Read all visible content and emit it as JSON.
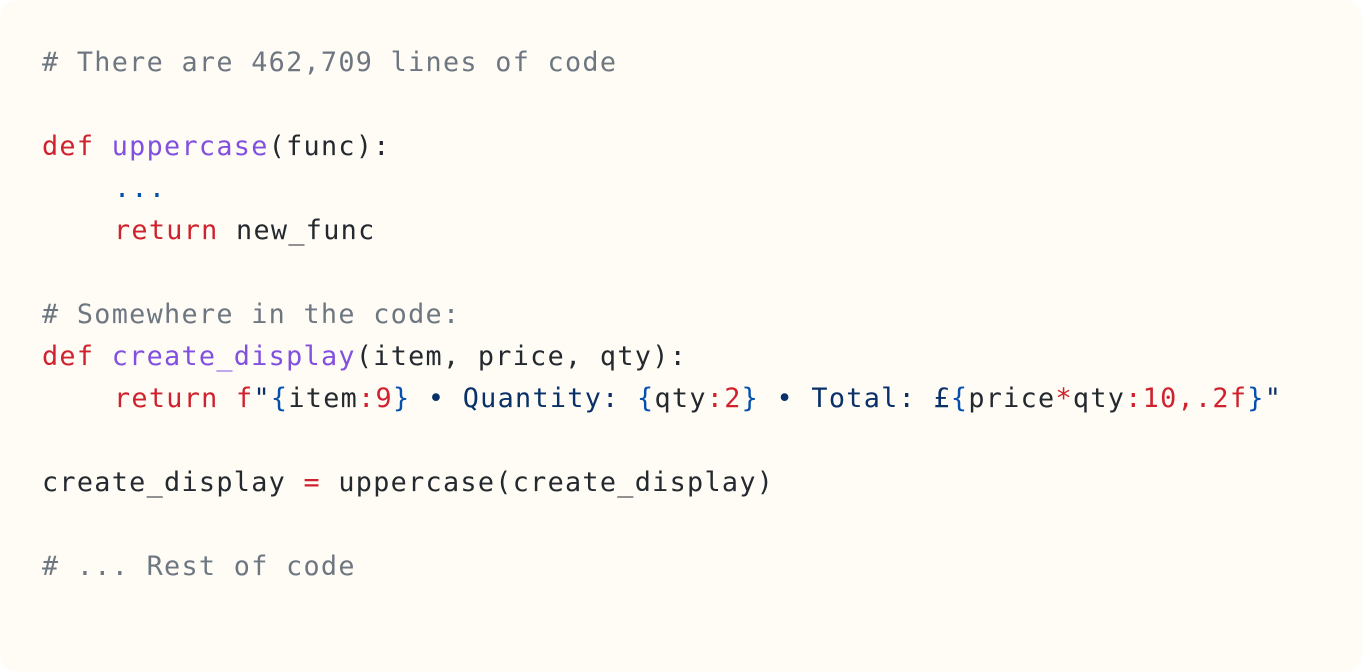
{
  "code": {
    "line1": {
      "comment": "# There are 462,709 lines of code"
    },
    "line3": {
      "kw": "def",
      "fname": "uppercase",
      "rest": "(func):"
    },
    "line4": {
      "ellipsis": "..."
    },
    "line5": {
      "kw": "return",
      "rest": "new_func"
    },
    "line7": {
      "comment": "# Somewhere in the code:"
    },
    "line8": {
      "kw": "def",
      "fname": "create_display",
      "rest": "(item, price, qty):"
    },
    "line9": {
      "kw": "return",
      "prefix": "f",
      "quote_open": "\"",
      "brace1_open": "{",
      "var1": "item",
      "spec1": ":9",
      "brace1_close": "}",
      "text1": " • Quantity: ",
      "brace2_open": "{",
      "var2": "qty",
      "spec2": ":2",
      "brace2_close": "}",
      "text2": " • Total: £",
      "brace3_open": "{",
      "var3a": "price",
      "op3": "*",
      "var3b": "qty",
      "spec3": ":10,.2f",
      "brace3_close": "}",
      "quote_close": "\""
    },
    "line11": {
      "lhs": "create_display ",
      "op": "=",
      "rhs": " uppercase(create_display)"
    },
    "line13": {
      "comment": "# ... Rest of code"
    }
  },
  "colors": {
    "background": "#fffcf5",
    "comment": "#6e7781",
    "keyword": "#cf222e",
    "function": "#8250df",
    "plain": "#24292f",
    "brace": "#0550ae",
    "string": "#0a3069"
  }
}
